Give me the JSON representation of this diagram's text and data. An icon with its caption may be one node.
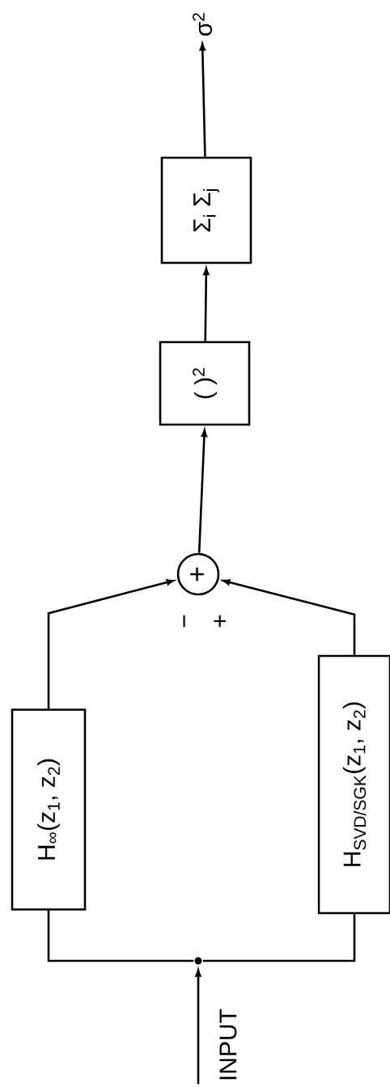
{
  "diagram": {
    "nodes": [
      {
        "text": [
          "INPUT"
        ]
      },
      {
        "text": [],
        "shape": "circle"
      },
      {
        "text": [
          "H$_{∞}$(z$_{1}$, z$_{2}$)"
        ]
      },
      {
        "text": [
          "H$_{SVD/SGK}$(z$_{1}$, z$_{2}$)"
        ]
      },
      {
        "text": [
          "+"
        ]
      },
      {
        "text": [
          "(   )$^{2}$"
        ]
      },
      {
        "text": [
          "Σ$_{i}$ Σ$_{j}$"
        ]
      },
      {
        "text": [
          "σ$^{2}$"
        ]
      }
    ],
    "edges": [
      {
        "from": 0,
        "to": 1,
        "arrow": "to"
      },
      {
        "from": 1,
        "to": 2,
        "arrow": "none"
      },
      {
        "from": 1,
        "to": 3,
        "arrow": "none"
      },
      {
        "from": 2,
        "to": 4,
        "arrow": "to",
        "label": "−"
      },
      {
        "from": 3,
        "to": 4,
        "arrow": "to",
        "label": "+"
      },
      {
        "from": 4,
        "to": 5,
        "arrow": "to"
      },
      {
        "from": 5,
        "to": 6,
        "arrow": "to"
      },
      {
        "from": 6,
        "to": 7,
        "arrow": "to"
      }
    ]
  }
}
